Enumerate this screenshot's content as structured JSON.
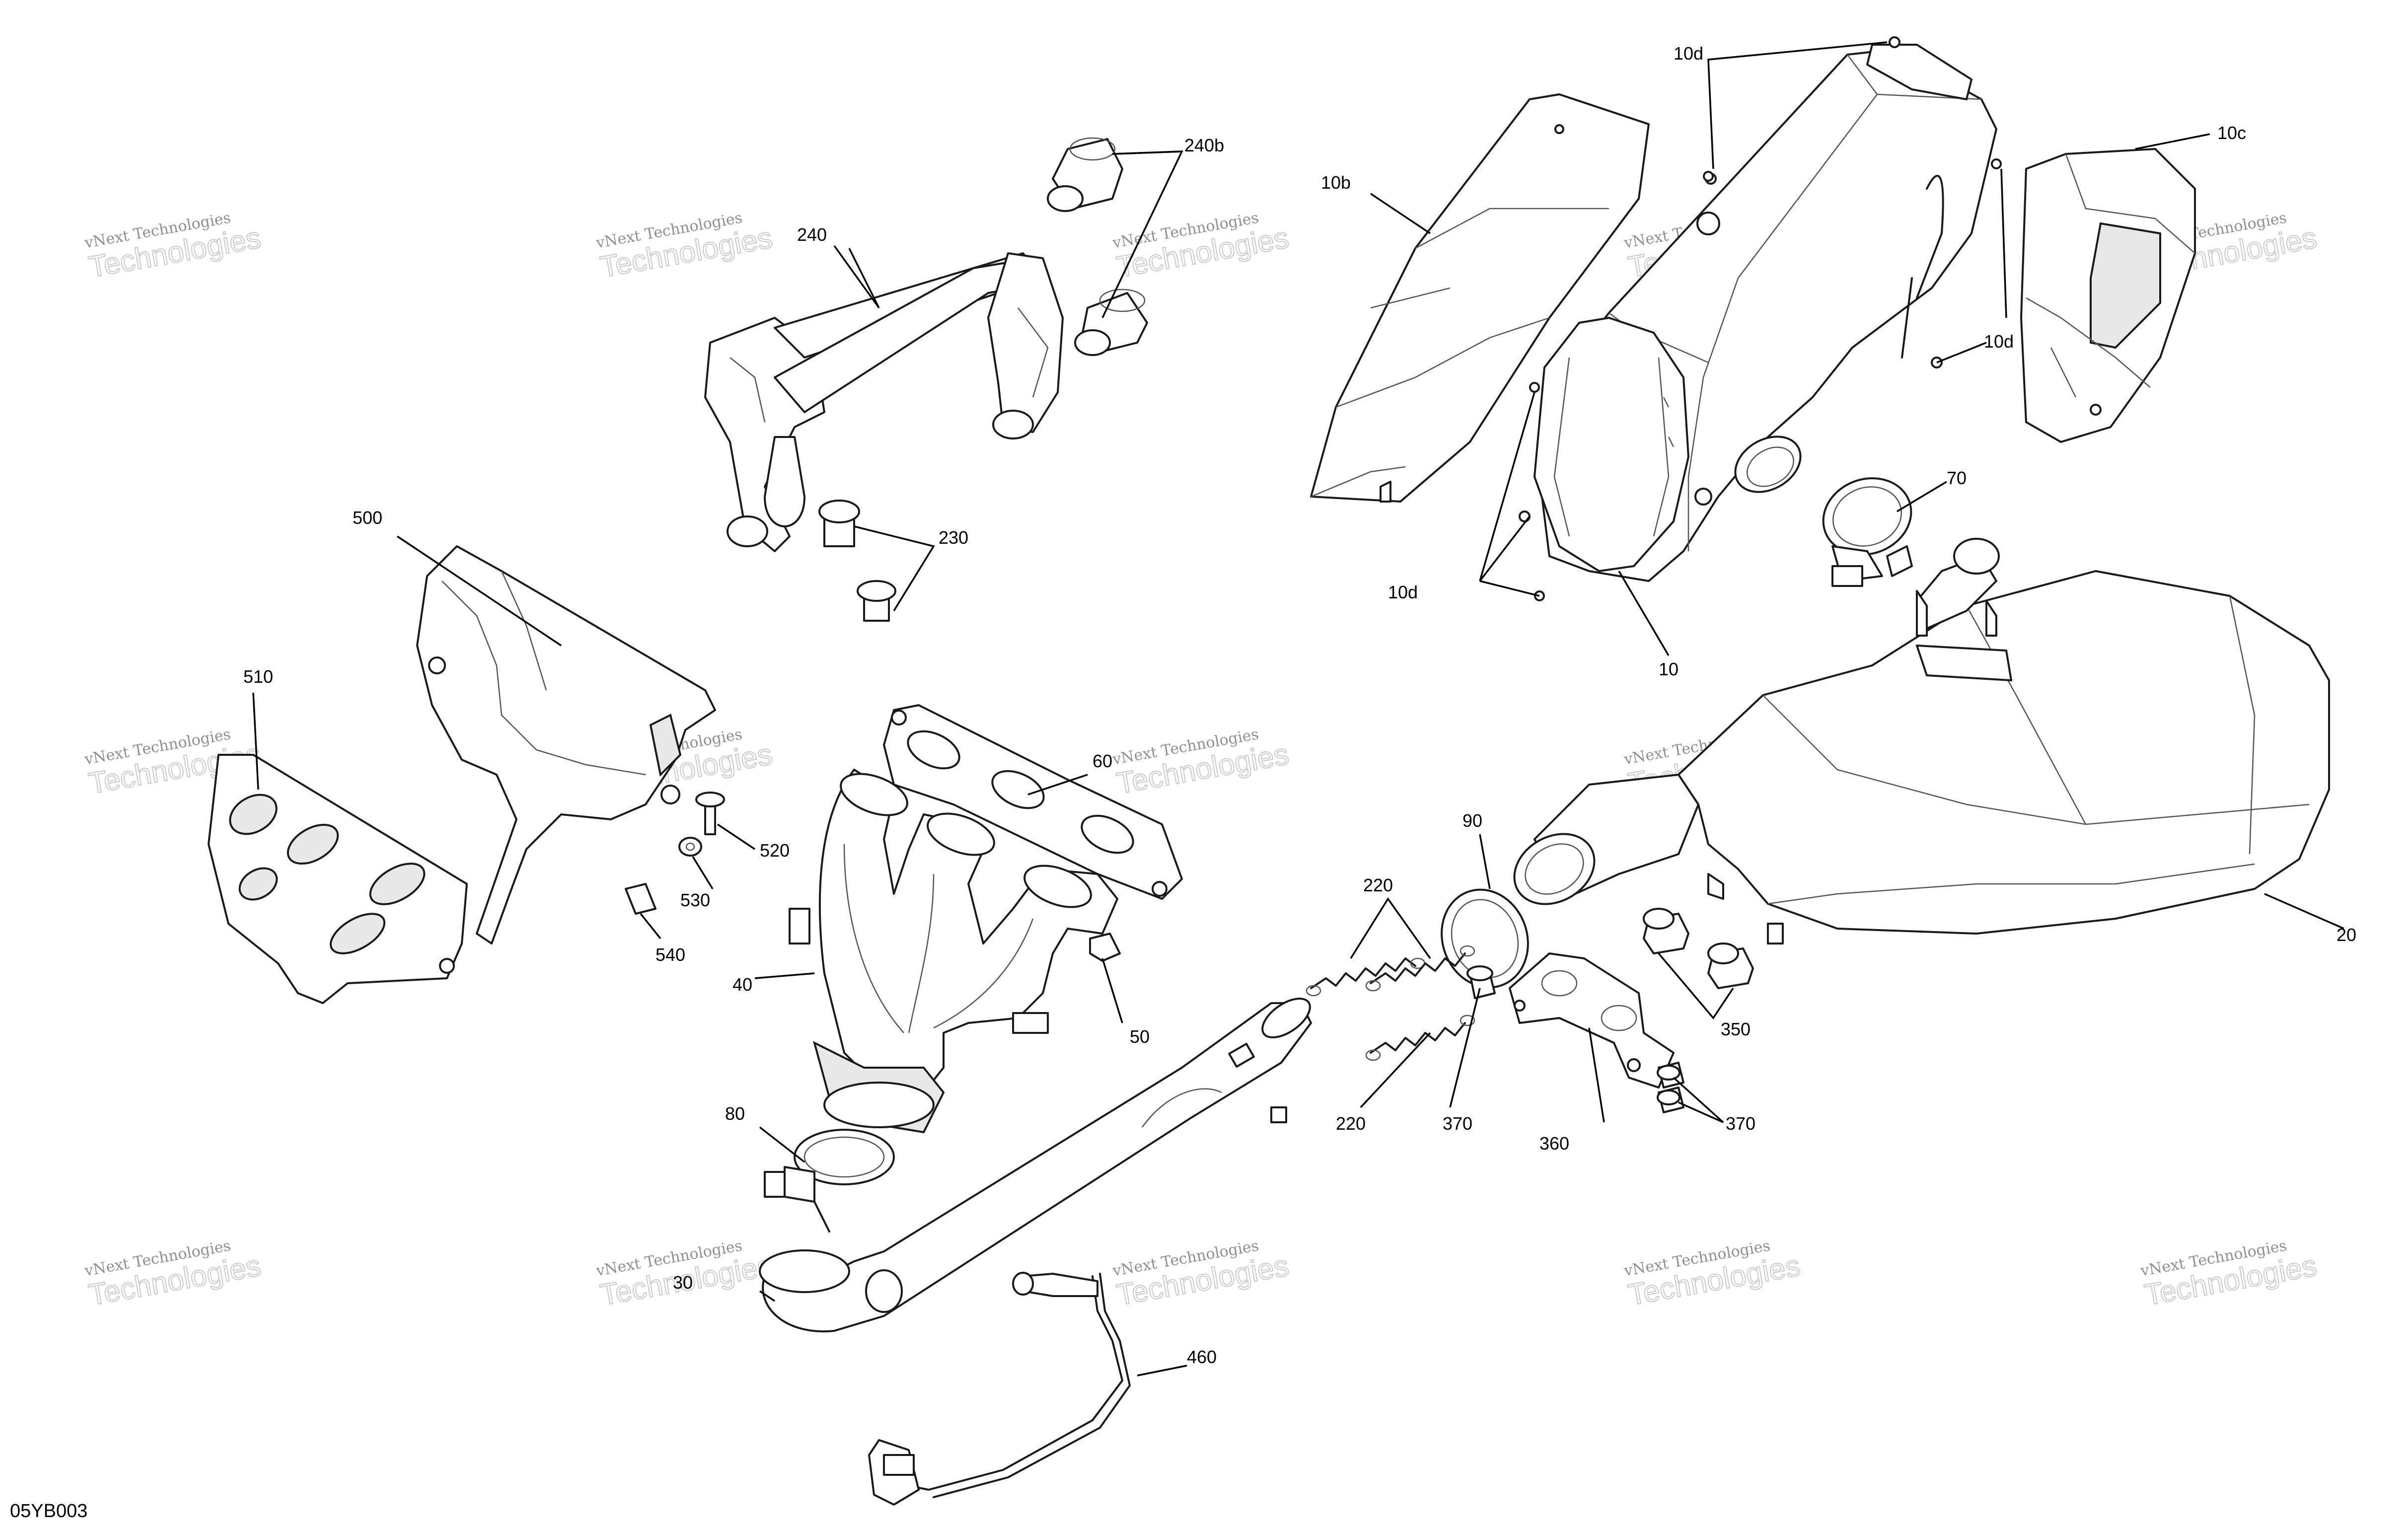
{
  "diagram_code": "05YB003",
  "watermark": {
    "line1": "vNext Technologies",
    "line2": "Technologies"
  },
  "callouts": [
    {
      "id": "c-240b",
      "label": "240b"
    },
    {
      "id": "c-240",
      "label": "240"
    },
    {
      "id": "c-230",
      "label": "230"
    },
    {
      "id": "c-500",
      "label": "500"
    },
    {
      "id": "c-510",
      "label": "510"
    },
    {
      "id": "c-520",
      "label": "520"
    },
    {
      "id": "c-530",
      "label": "530"
    },
    {
      "id": "c-540",
      "label": "540"
    },
    {
      "id": "c-60",
      "label": "60"
    },
    {
      "id": "c-40",
      "label": "40"
    },
    {
      "id": "c-50",
      "label": "50"
    },
    {
      "id": "c-80",
      "label": "80"
    },
    {
      "id": "c-30",
      "label": "30"
    },
    {
      "id": "c-460",
      "label": "460"
    },
    {
      "id": "c-10b",
      "label": "10b"
    },
    {
      "id": "c-10d-top",
      "label": "10d"
    },
    {
      "id": "c-10d-right",
      "label": "10d"
    },
    {
      "id": "c-10d-left",
      "label": "10d"
    },
    {
      "id": "c-10c",
      "label": "10c"
    },
    {
      "id": "c-10",
      "label": "10"
    },
    {
      "id": "c-70",
      "label": "70"
    },
    {
      "id": "c-90",
      "label": "90"
    },
    {
      "id": "c-20",
      "label": "20"
    },
    {
      "id": "c-220-top",
      "label": "220"
    },
    {
      "id": "c-220-bottom",
      "label": "220"
    },
    {
      "id": "c-350",
      "label": "350"
    },
    {
      "id": "c-370-left",
      "label": "370"
    },
    {
      "id": "c-360",
      "label": "360"
    },
    {
      "id": "c-370-right",
      "label": "370"
    }
  ]
}
